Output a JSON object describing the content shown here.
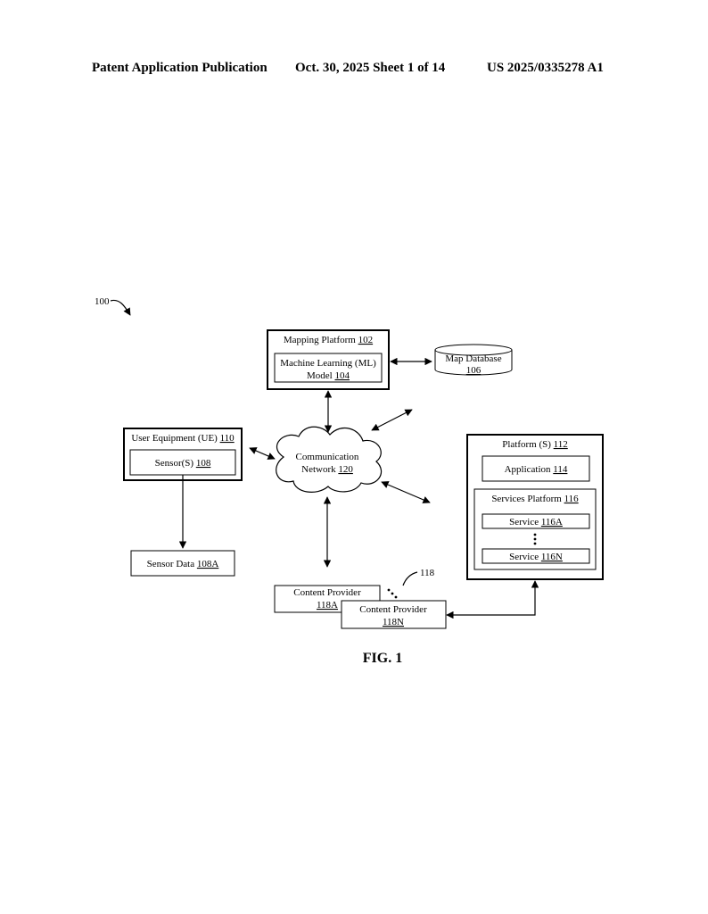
{
  "header": {
    "publication": "Patent Application Publication",
    "date_sheet": "Oct. 30, 2025  Sheet 1 of 14",
    "number": "US 2025/0335278 A1"
  },
  "figure": {
    "ref_main": "100",
    "mapping_platform": {
      "name": "Mapping Platform",
      "ref": "102"
    },
    "ml_model": {
      "line1": "Machine Learning (ML)",
      "line2": "Model",
      "ref": "104"
    },
    "map_database": {
      "name": "Map Database",
      "ref": "106"
    },
    "ue": {
      "name": "User Equipment (UE)",
      "ref": "110"
    },
    "sensor": {
      "name": "Sensor(S)",
      "ref": "108"
    },
    "sensor_data": {
      "name": "Sensor Data",
      "ref": "108A"
    },
    "network": {
      "line1": "Communication",
      "line2": "Network",
      "ref": "120"
    },
    "platforms": {
      "name": "Platform (S)",
      "ref": "112"
    },
    "application": {
      "name": "Application",
      "ref": "114"
    },
    "services_platform": {
      "name": "Services Platform",
      "ref": "116"
    },
    "service_a": {
      "name": "Service",
      "ref": "116A"
    },
    "service_n": {
      "name": "Service",
      "ref": "116N"
    },
    "content_provider_a": {
      "name": "Content Provider",
      "ref": "118A"
    },
    "content_provider_n": {
      "name": "Content Provider",
      "ref": "118N"
    },
    "ref_118": "118",
    "caption": "FIG. 1"
  }
}
